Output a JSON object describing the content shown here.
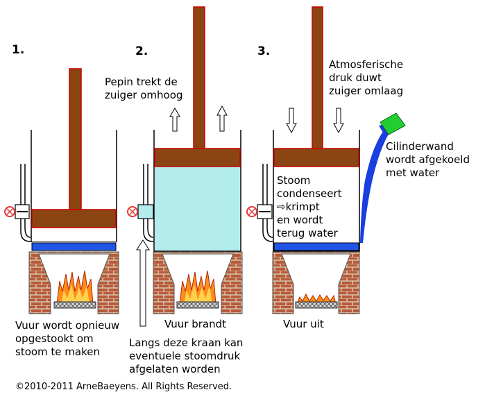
{
  "steps": [
    {
      "number": "1.",
      "caption_lines": [
        "Vuur wordt opnieuw",
        "opgestookt om",
        "stoom te maken"
      ]
    },
    {
      "number": "2.",
      "top_note_lines": [
        "Pepin trekt de",
        "zuiger omhoog"
      ],
      "caption": "Vuur  brandt"
    },
    {
      "number": "3.",
      "top_note_lines": [
        "Atmosferische",
        "druk duwt",
        "zuiger omlaag"
      ],
      "caption": "Vuur uit",
      "side_note_lines": [
        "Cilinderwand",
        "wordt afgekoeld",
        "met water"
      ]
    }
  ],
  "valve_note_lines": [
    "Langs deze kraan kan",
    "eventuele stoomdruk",
    "afgelaten worden"
  ],
  "inside_cylinder_3": {
    "lines": [
      "Stoom",
      "condenseert",
      "krimpt",
      "en wordt",
      "terug water"
    ],
    "arrow_glyph": "⇨"
  },
  "copyright": "©2010-2011 ArneBaeyens. All Rights Reserved.",
  "colors": {
    "piston": "#8B4513",
    "piston_outline": "#cc0000",
    "steam": "#b3ecec",
    "water_layer": "#1f56e6",
    "brick": "#b85a3a",
    "mortar": "#d6c7b0",
    "flame": "#ff8c1a",
    "cooling_water": "#1a3fe0",
    "bucket": "#22cc33",
    "valve": "#e23b3b"
  }
}
